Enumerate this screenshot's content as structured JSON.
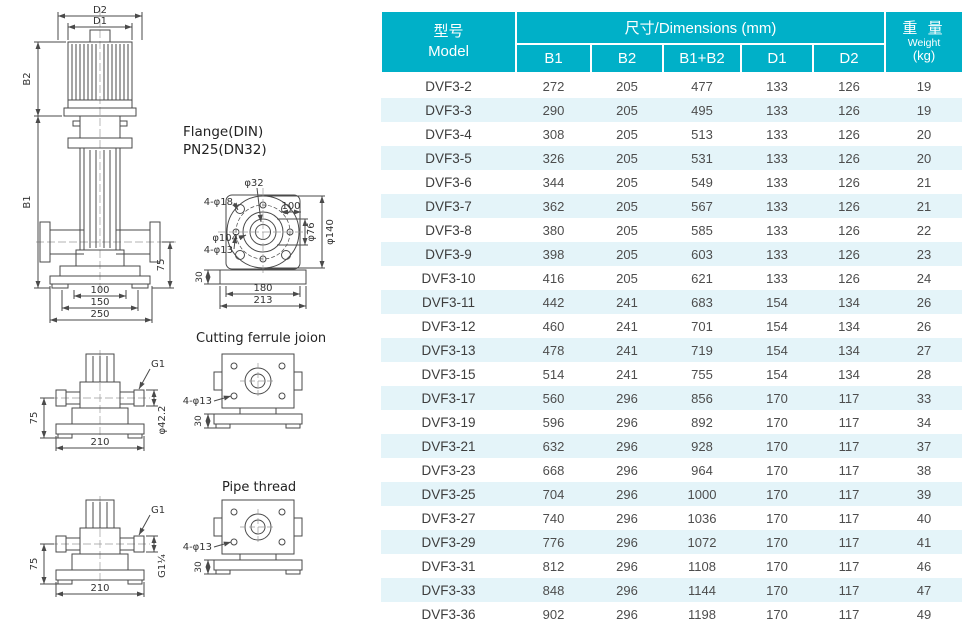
{
  "colors": {
    "header_bg": "#00b0c8",
    "header_text": "#ffffff",
    "row_alt_bg": "#e4f4f9",
    "text": "#4d4d4d",
    "line": "#4a4a4a"
  },
  "drawings": {
    "flange_view": {
      "title_line1": "Flange(DIN)",
      "title_line2": "PN25(DN32)",
      "front": {
        "d2": "D2",
        "d1": "D1",
        "b2": "B2",
        "b1": "B1",
        "h75": "75",
        "w100": "100",
        "w150": "150",
        "w250": "250"
      },
      "top": {
        "phi32": "φ32",
        "holes18": "4-φ18",
        "w100": "100",
        "phi104": "φ104",
        "holes13": "4-φ13",
        "phi76": "φ76",
        "phi140": "φ140",
        "h30": "30",
        "w180": "180",
        "w213": "213"
      }
    },
    "ferrule_view": {
      "title": "Cutting  ferrule  joion",
      "g1": "G1",
      "h75": "75",
      "phi42": "φ42.2",
      "w210": "210",
      "holes13": "4-φ13",
      "h30": "30"
    },
    "pipe_view": {
      "title": "Pipe  thread",
      "g1": "G1",
      "h75": "75",
      "g114": "G1¼",
      "w210": "210",
      "holes13": "4-φ13",
      "h30": "30"
    }
  },
  "table": {
    "header": {
      "model_cn": "型号",
      "model_en": "Model",
      "dimensions": "尺寸/Dimensions (mm)",
      "weight_cn": "重 量",
      "weight_en": "Weight",
      "weight_unit": "(kg)",
      "col_b1": "B1",
      "col_b2": "B2",
      "col_b1b2": "B1+B2",
      "col_d1": "D1",
      "col_d2": "D2"
    },
    "rows": [
      [
        "DVF3-2",
        "272",
        "205",
        "477",
        "133",
        "126",
        "19"
      ],
      [
        "DVF3-3",
        "290",
        "205",
        "495",
        "133",
        "126",
        "19"
      ],
      [
        "DVF3-4",
        "308",
        "205",
        "513",
        "133",
        "126",
        "20"
      ],
      [
        "DVF3-5",
        "326",
        "205",
        "531",
        "133",
        "126",
        "20"
      ],
      [
        "DVF3-6",
        "344",
        "205",
        "549",
        "133",
        "126",
        "21"
      ],
      [
        "DVF3-7",
        "362",
        "205",
        "567",
        "133",
        "126",
        "21"
      ],
      [
        "DVF3-8",
        "380",
        "205",
        "585",
        "133",
        "126",
        "22"
      ],
      [
        "DVF3-9",
        "398",
        "205",
        "603",
        "133",
        "126",
        "23"
      ],
      [
        "DVF3-10",
        "416",
        "205",
        "621",
        "133",
        "126",
        "24"
      ],
      [
        "DVF3-11",
        "442",
        "241",
        "683",
        "154",
        "134",
        "26"
      ],
      [
        "DVF3-12",
        "460",
        "241",
        "701",
        "154",
        "134",
        "26"
      ],
      [
        "DVF3-13",
        "478",
        "241",
        "719",
        "154",
        "134",
        "27"
      ],
      [
        "DVF3-15",
        "514",
        "241",
        "755",
        "154",
        "134",
        "28"
      ],
      [
        "DVF3-17",
        "560",
        "296",
        "856",
        "170",
        "117",
        "33"
      ],
      [
        "DVF3-19",
        "596",
        "296",
        "892",
        "170",
        "117",
        "34"
      ],
      [
        "DVF3-21",
        "632",
        "296",
        "928",
        "170",
        "117",
        "37"
      ],
      [
        "DVF3-23",
        "668",
        "296",
        "964",
        "170",
        "117",
        "38"
      ],
      [
        "DVF3-25",
        "704",
        "296",
        "1000",
        "170",
        "117",
        "39"
      ],
      [
        "DVF3-27",
        "740",
        "296",
        "1036",
        "170",
        "117",
        "40"
      ],
      [
        "DVF3-29",
        "776",
        "296",
        "1072",
        "170",
        "117",
        "41"
      ],
      [
        "DVF3-31",
        "812",
        "296",
        "1108",
        "170",
        "117",
        "46"
      ],
      [
        "DVF3-33",
        "848",
        "296",
        "1144",
        "170",
        "117",
        "47"
      ],
      [
        "DVF3-36",
        "902",
        "296",
        "1198",
        "170",
        "117",
        "49"
      ]
    ]
  }
}
